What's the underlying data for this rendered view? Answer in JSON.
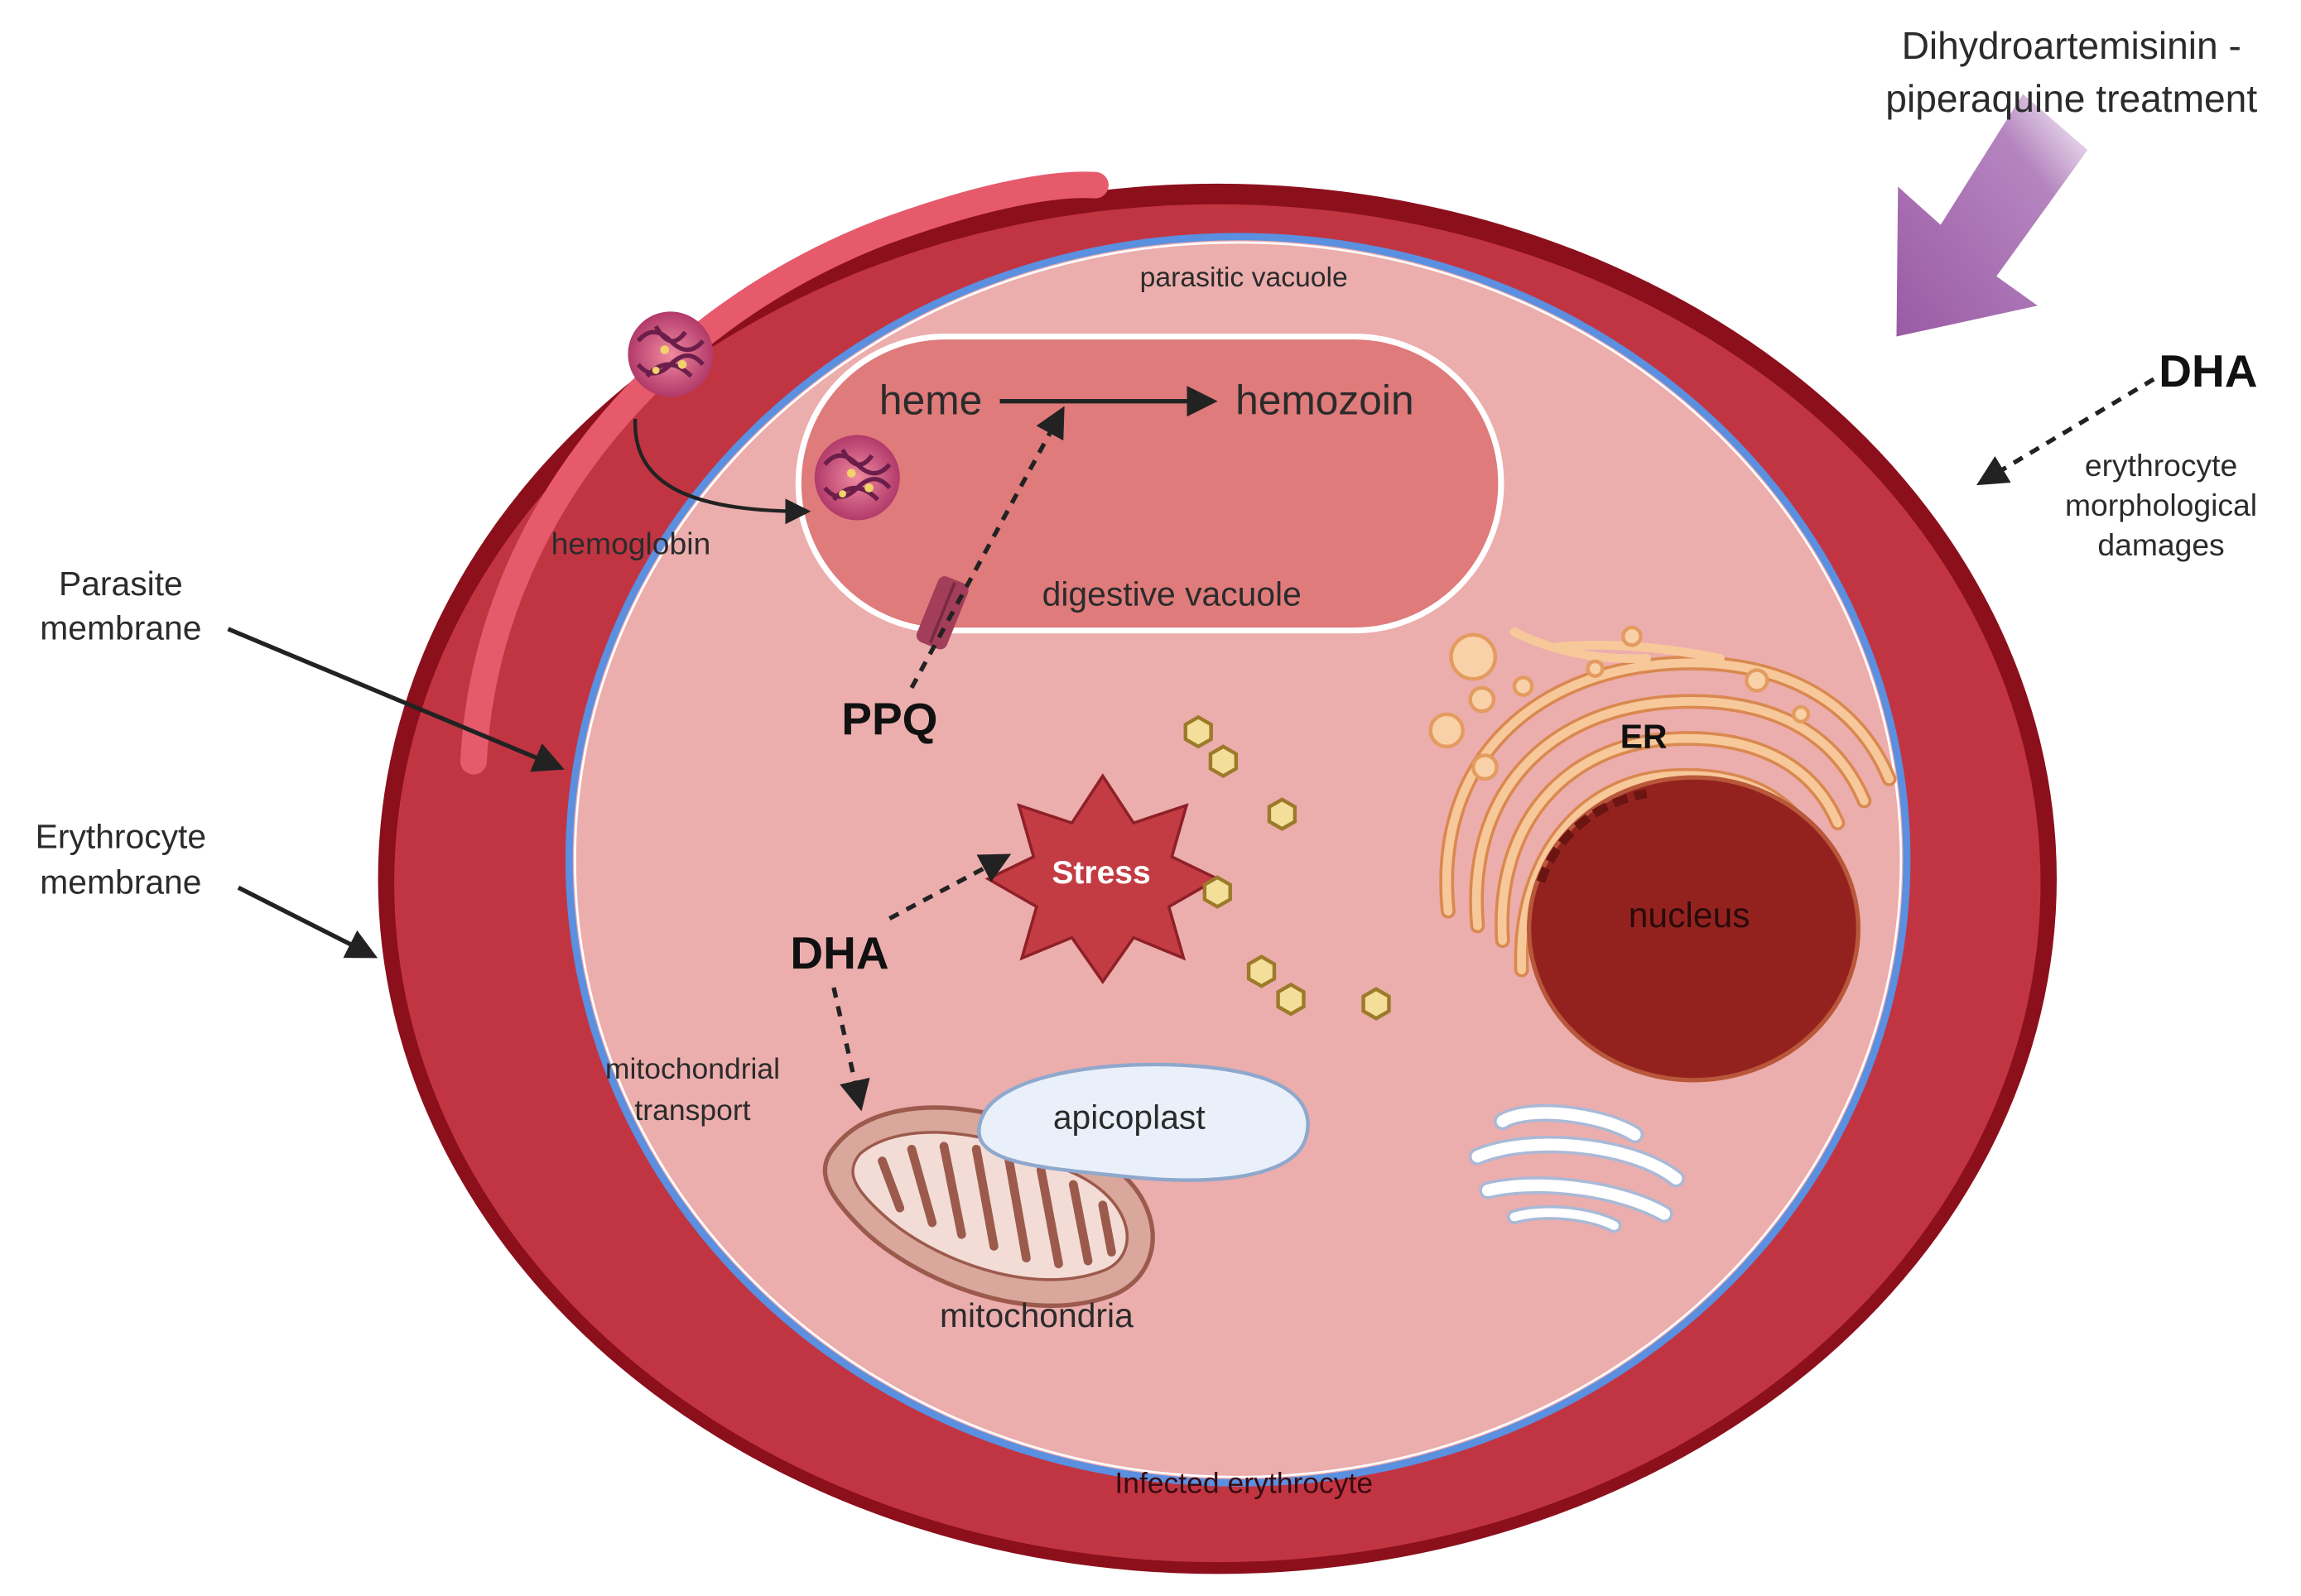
{
  "labels": {
    "treatment": [
      "Dihydroartemisinin -",
      "piperaquine treatment"
    ],
    "dha_outside": "DHA",
    "morph_damage": [
      "erythrocyte",
      "morphological",
      "damages"
    ],
    "parasite_membrane": [
      "Parasite",
      "membrane"
    ],
    "erythrocyte_membrane": [
      "Erythrocyte",
      "membrane"
    ],
    "parasitic_vacuole": "parasitic vacuole",
    "heme": "heme",
    "hemozoin": "hemozoin",
    "hemoglobin": "hemoglobin",
    "digestive_vacuole": "digestive vacuole",
    "ppq": "PPQ",
    "er": "ER",
    "nucleus": "nucleus",
    "stress": "Stress",
    "dha_inside": "DHA",
    "mito_transport": [
      "mitochondrial",
      "transport"
    ],
    "apicoplast": "apicoplast",
    "mitochondria": "mitochondria",
    "infected_erythrocyte": "Infected erythrocyte"
  },
  "colors": {
    "erythrocyte_outer": "#8c0f1c",
    "erythrocyte_body": "#c13543",
    "highlight": "#e65a6c",
    "parasite_fill": "#ecadad",
    "parasite_membrane": "#5b8fe0",
    "digestive_vacuole": "#df7b7b",
    "nucleus": "#93221f",
    "er": "#f4b27a",
    "stress": "#c33c43",
    "apicoplast": "#e9f0fa",
    "mitochondria": "#d9a79c",
    "hemozoin_crystal": "#f3df9a",
    "treatment_arrow": "#9d5ba6"
  }
}
